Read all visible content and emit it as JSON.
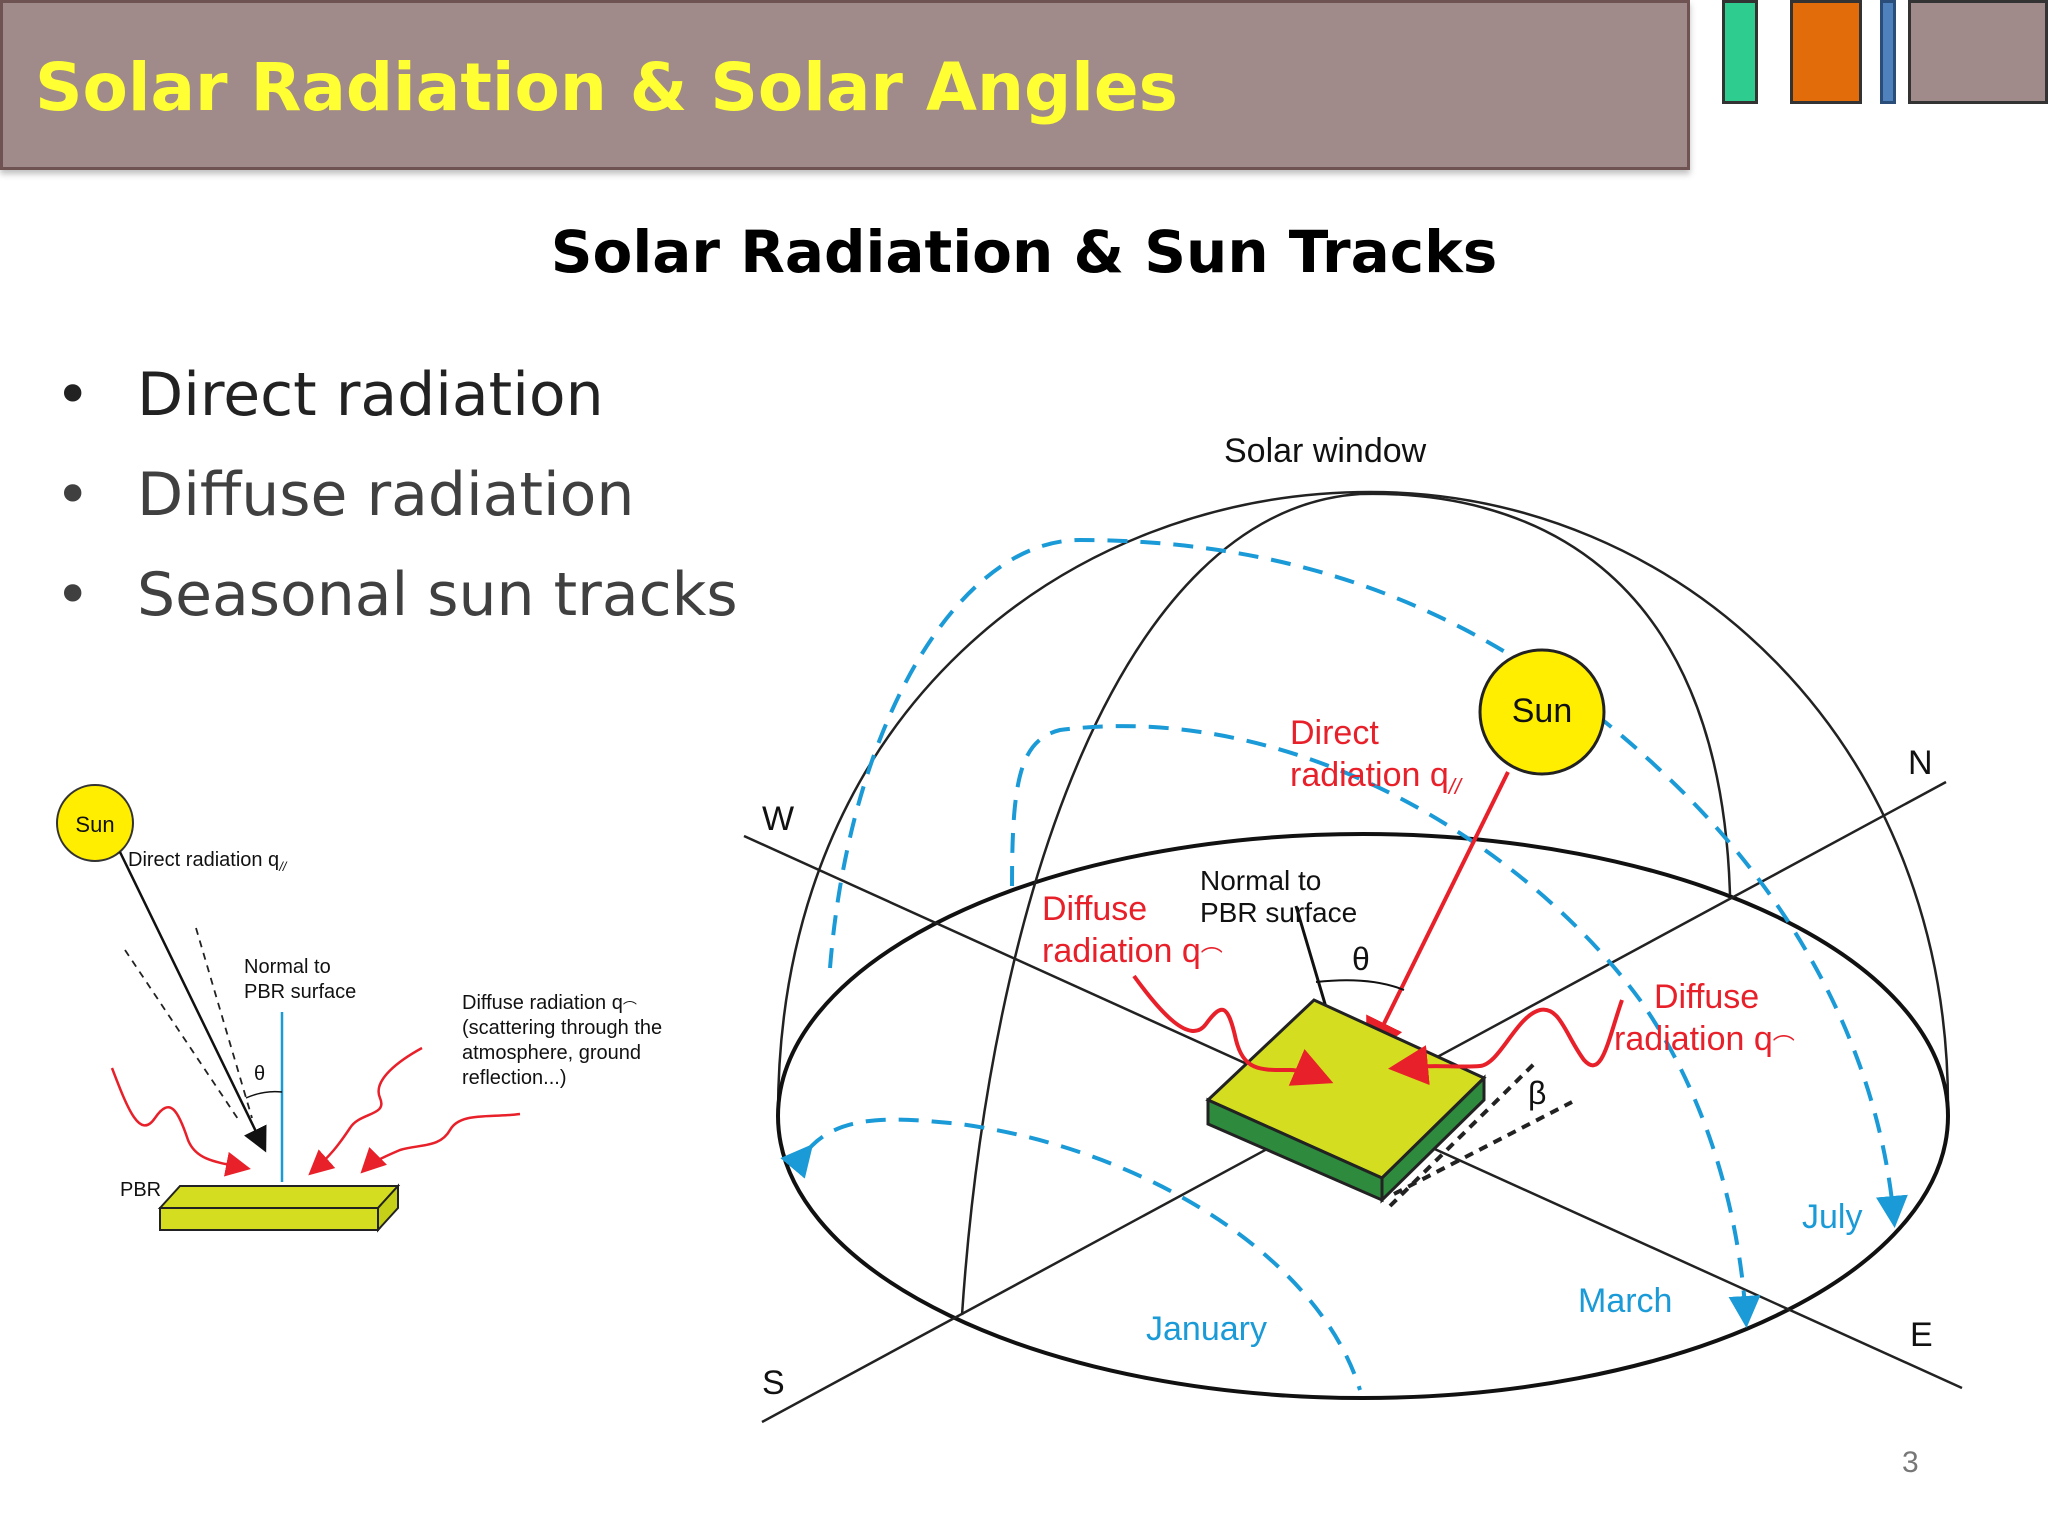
{
  "header": {
    "title": "Solar Radiation & Solar Angles"
  },
  "slide": {
    "subtitle": "Solar Radiation & Sun Tracks",
    "bullets": [
      "Direct radiation",
      "Diffuse radiation",
      "Seasonal sun tracks"
    ],
    "page_number": "3"
  },
  "small_diagram": {
    "sun": "Sun",
    "direct_label": "Direct radiation q",
    "direct_sub": "//",
    "normal_line1": "Normal to",
    "normal_line2": "PBR surface",
    "theta": "θ",
    "diffuse_line1": "Diffuse radiation q",
    "diffuse_sub": "⌒",
    "diffuse_line2": "(scattering through the",
    "diffuse_line3": "atmosphere, ground",
    "diffuse_line4": "reflection...)",
    "pbr": "PBR"
  },
  "large_diagram": {
    "solar_window": "Solar window",
    "sun": "Sun",
    "direct_line1": "Direct",
    "direct_line2": "radiation q",
    "direct_sub": "//",
    "diffuse_left_line1": "Diffuse",
    "diffuse_left_line2": "radiation q",
    "diffuse_sub": "⌒",
    "normal_line1": "Normal to",
    "normal_line2": "PBR surface",
    "theta": "θ",
    "beta": "β",
    "diffuse_right_line1": "Diffuse",
    "diffuse_right_line2": "radiation q",
    "compass": {
      "w": "W",
      "n": "N",
      "s": "S",
      "e": "E"
    },
    "months": {
      "january": "January",
      "march": "March",
      "july": "July"
    }
  },
  "colors": {
    "title_bar": "#a08a8a",
    "title_text": "#ffff33",
    "accent_teal": "#2ecc8f",
    "accent_orange": "#e36c0a",
    "accent_blue": "#4f81bd",
    "sun": "#ffee00",
    "radiation_red": "#e8202a",
    "track_blue": "#1a9ad6",
    "panel_top": "#d4dd1f",
    "panel_side": "#2e8b3e"
  }
}
